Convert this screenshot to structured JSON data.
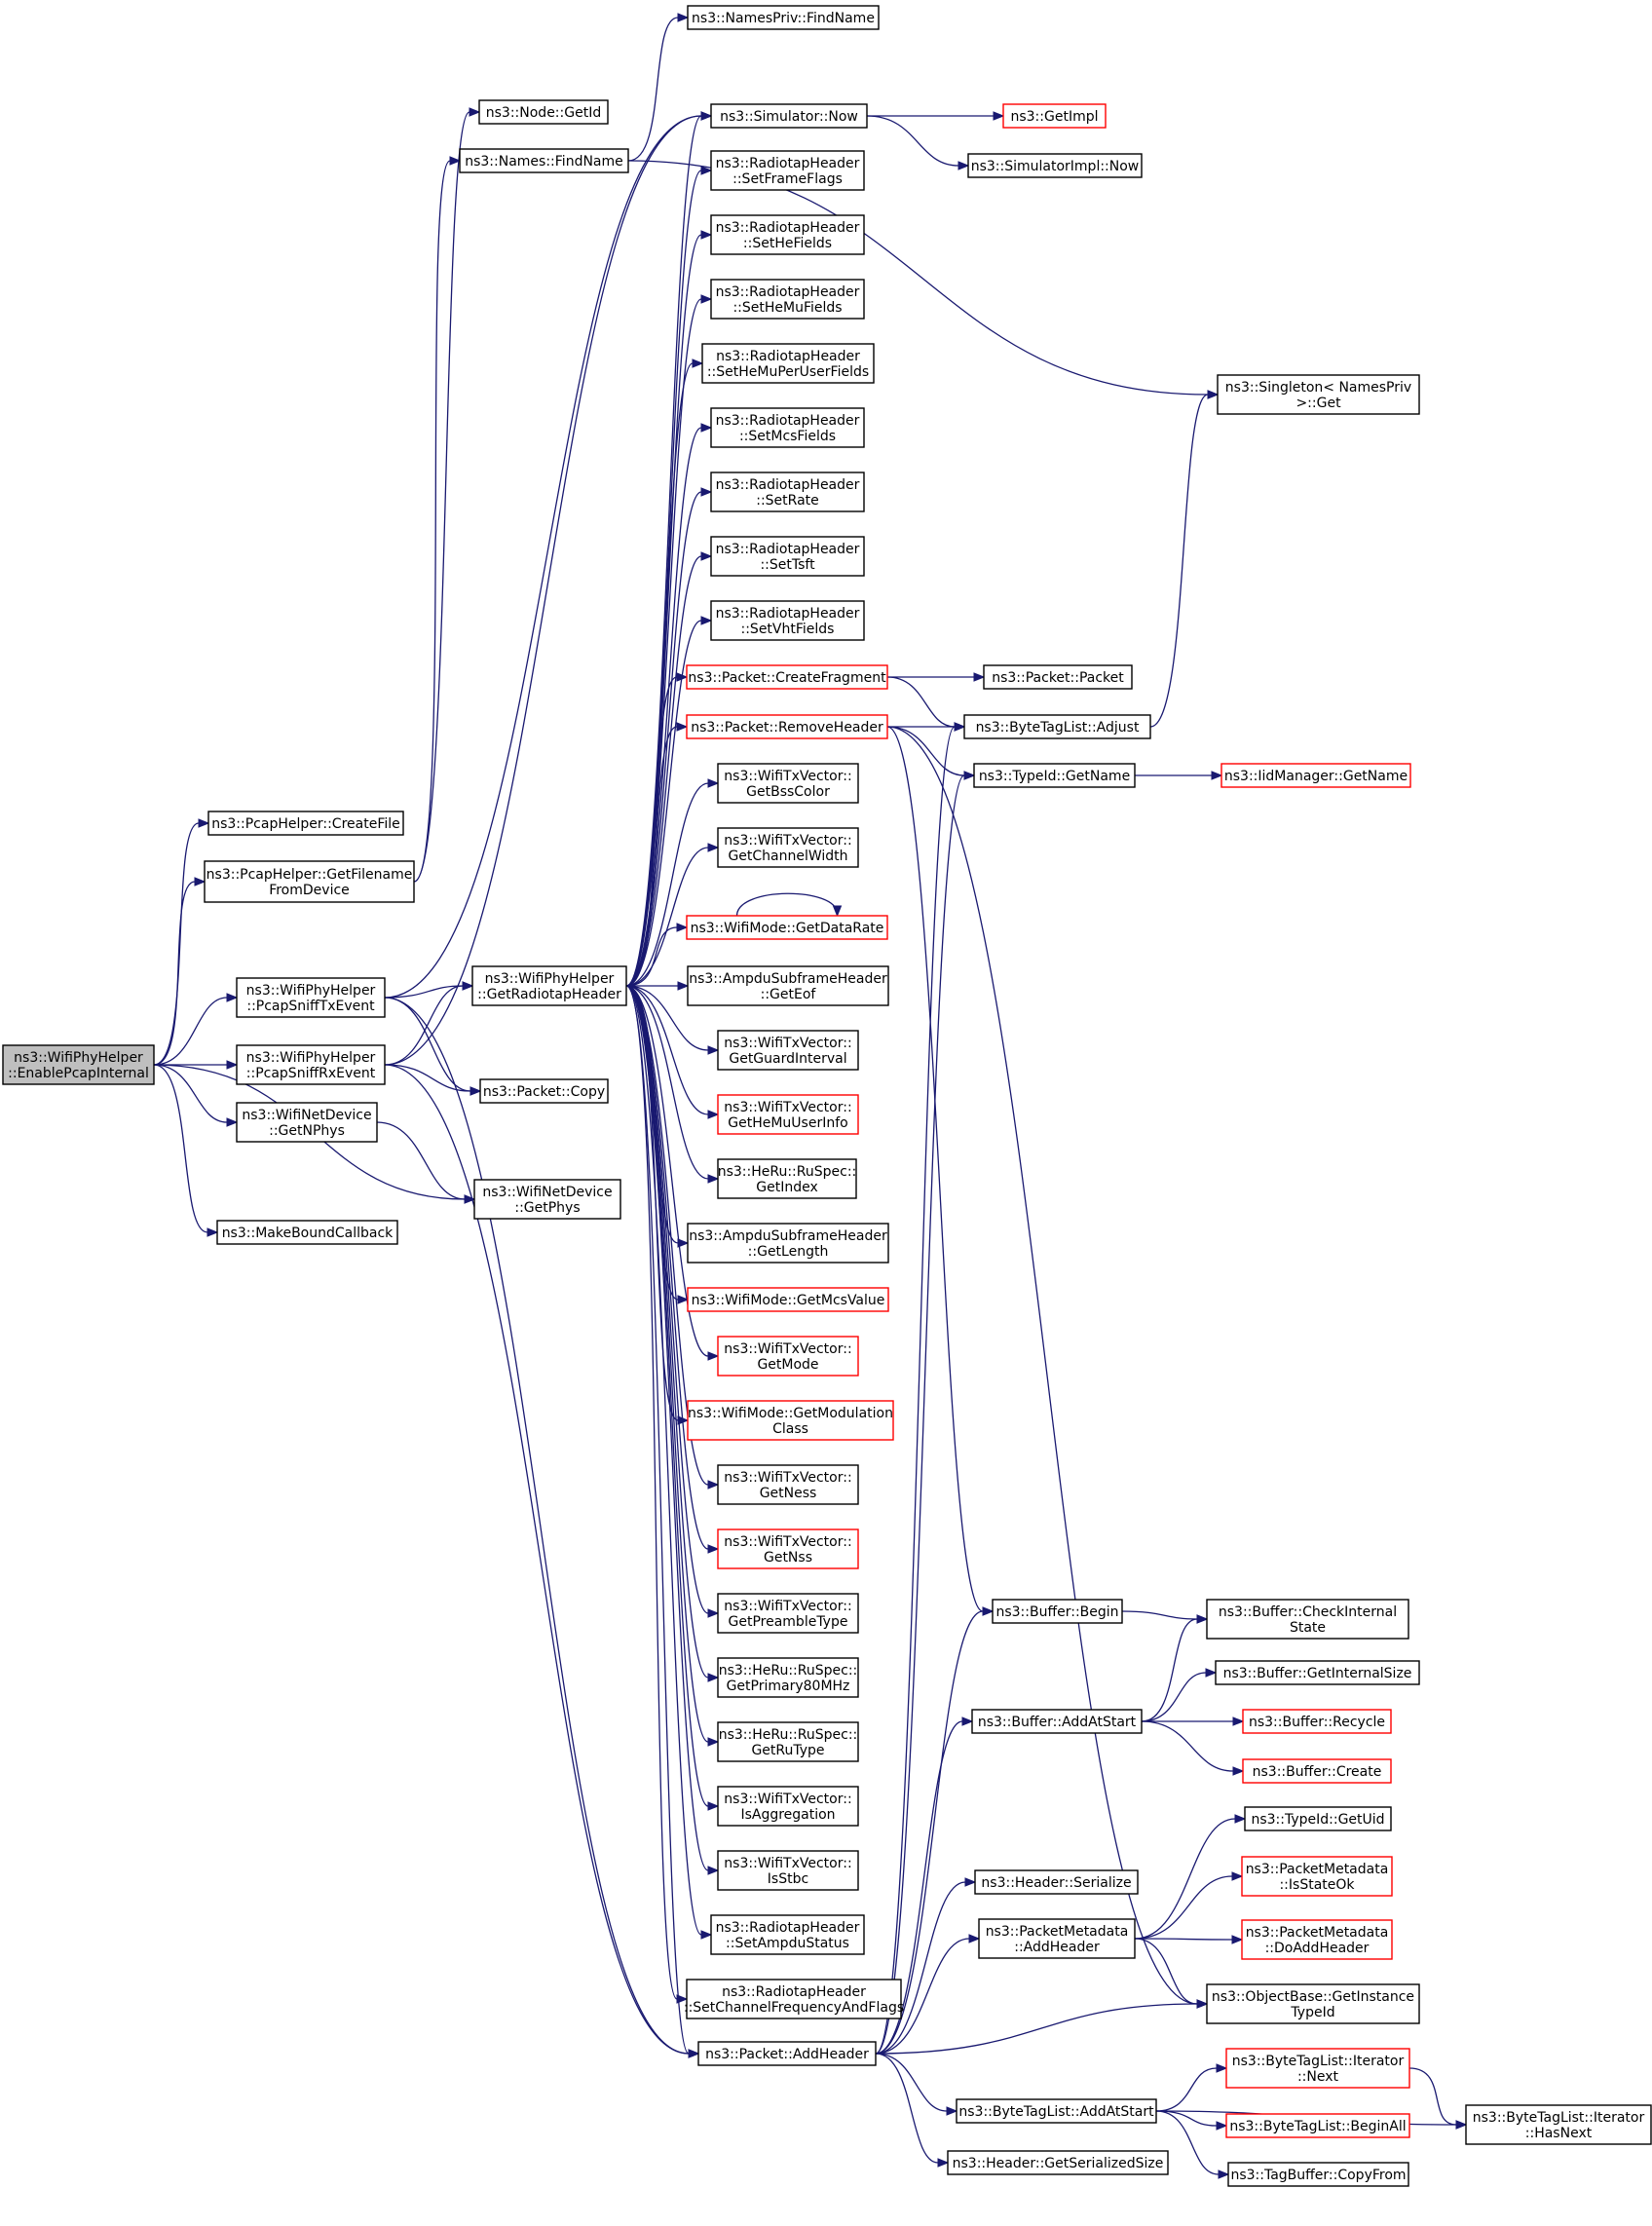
{
  "diagram": {
    "nodes": [
      {
        "id": "root",
        "lines": [
          "ns3::WifiPhyHelper",
          "::EnablePcapInternal"
        ],
        "root": true
      },
      {
        "id": "createFile",
        "lines": [
          "ns3::PcapHelper::CreateFile"
        ]
      },
      {
        "id": "getFilename",
        "lines": [
          "ns3::PcapHelper::GetFilename",
          "FromDevice"
        ]
      },
      {
        "id": "sniffTx",
        "lines": [
          "ns3::WifiPhyHelper",
          "::PcapSniffTxEvent"
        ]
      },
      {
        "id": "sniffRx",
        "lines": [
          "ns3::WifiPhyHelper",
          "::PcapSniffRxEvent"
        ]
      },
      {
        "id": "getNPhys",
        "lines": [
          "ns3::WifiNetDevice",
          "::GetNPhys"
        ]
      },
      {
        "id": "makeBound",
        "lines": [
          "ns3::MakeBoundCallback"
        ]
      },
      {
        "id": "nodeGetId",
        "lines": [
          "ns3::Node::GetId"
        ]
      },
      {
        "id": "namesFind",
        "lines": [
          "ns3::Names::FindName"
        ]
      },
      {
        "id": "namesPrivFind",
        "lines": [
          "ns3::NamesPriv::FindName"
        ]
      },
      {
        "id": "getRadiotap",
        "lines": [
          "ns3::WifiPhyHelper",
          "::GetRadiotapHeader"
        ]
      },
      {
        "id": "packetCopy",
        "lines": [
          "ns3::Packet::Copy"
        ]
      },
      {
        "id": "getPhys",
        "lines": [
          "ns3::WifiNetDevice",
          "::GetPhys"
        ]
      },
      {
        "id": "simNow",
        "lines": [
          "ns3::Simulator::Now"
        ]
      },
      {
        "id": "getImpl",
        "lines": [
          "ns3::GetImpl"
        ],
        "red": true
      },
      {
        "id": "simImplNow",
        "lines": [
          "ns3::SimulatorImpl::Now"
        ]
      },
      {
        "id": "setFrameFlags",
        "lines": [
          "ns3::RadiotapHeader",
          "::SetFrameFlags"
        ]
      },
      {
        "id": "setHeFields",
        "lines": [
          "ns3::RadiotapHeader",
          "::SetHeFields"
        ]
      },
      {
        "id": "setHeMuFields",
        "lines": [
          "ns3::RadiotapHeader",
          "::SetHeMuFields"
        ]
      },
      {
        "id": "setHeMuPerUser",
        "lines": [
          "ns3::RadiotapHeader",
          "::SetHeMuPerUserFields"
        ]
      },
      {
        "id": "setMcsFields",
        "lines": [
          "ns3::RadiotapHeader",
          "::SetMcsFields"
        ]
      },
      {
        "id": "setRate",
        "lines": [
          "ns3::RadiotapHeader",
          "::SetRate"
        ]
      },
      {
        "id": "setTsft",
        "lines": [
          "ns3::RadiotapHeader",
          "::SetTsft"
        ]
      },
      {
        "id": "setVhtFields",
        "lines": [
          "ns3::RadiotapHeader",
          "::SetVhtFields"
        ]
      },
      {
        "id": "createFragment",
        "lines": [
          "ns3::Packet::CreateFragment"
        ],
        "red": true
      },
      {
        "id": "removeHeader",
        "lines": [
          "ns3::Packet::RemoveHeader"
        ],
        "red": true
      },
      {
        "id": "getBssColor",
        "lines": [
          "ns3::WifiTxVector::",
          "GetBssColor"
        ]
      },
      {
        "id": "getChannelWidth",
        "lines": [
          "ns3::WifiTxVector::",
          "GetChannelWidth"
        ]
      },
      {
        "id": "getDataRate",
        "lines": [
          "ns3::WifiMode::GetDataRate"
        ],
        "red": true
      },
      {
        "id": "getEof",
        "lines": [
          "ns3::AmpduSubframeHeader",
          "::GetEof"
        ]
      },
      {
        "id": "getGuardInterval",
        "lines": [
          "ns3::WifiTxVector::",
          "GetGuardInterval"
        ]
      },
      {
        "id": "getHeMuUserInfo",
        "lines": [
          "ns3::WifiTxVector::",
          "GetHeMuUserInfo"
        ],
        "red": true
      },
      {
        "id": "getIndex",
        "lines": [
          "ns3::HeRu::RuSpec::",
          "GetIndex"
        ]
      },
      {
        "id": "getLength",
        "lines": [
          "ns3::AmpduSubframeHeader",
          "::GetLength"
        ]
      },
      {
        "id": "getMcsValue",
        "lines": [
          "ns3::WifiMode::GetMcsValue"
        ],
        "red": true
      },
      {
        "id": "getMode",
        "lines": [
          "ns3::WifiTxVector::",
          "GetMode"
        ],
        "red": true
      },
      {
        "id": "getModClass",
        "lines": [
          "ns3::WifiMode::GetModulation",
          "Class"
        ],
        "red": true
      },
      {
        "id": "getNess",
        "lines": [
          "ns3::WifiTxVector::",
          "GetNess"
        ]
      },
      {
        "id": "getNss",
        "lines": [
          "ns3::WifiTxVector::",
          "GetNss"
        ],
        "red": true
      },
      {
        "id": "getPreamble",
        "lines": [
          "ns3::WifiTxVector::",
          "GetPreambleType"
        ]
      },
      {
        "id": "getPrimary80",
        "lines": [
          "ns3::HeRu::RuSpec::",
          "GetPrimary80MHz"
        ]
      },
      {
        "id": "getRuType",
        "lines": [
          "ns3::HeRu::RuSpec::",
          "GetRuType"
        ]
      },
      {
        "id": "isAggregation",
        "lines": [
          "ns3::WifiTxVector::",
          "IsAggregation"
        ]
      },
      {
        "id": "isStbc",
        "lines": [
          "ns3::WifiTxVector::",
          "IsStbc"
        ]
      },
      {
        "id": "setAmpduStatus",
        "lines": [
          "ns3::RadiotapHeader",
          "::SetAmpduStatus"
        ]
      },
      {
        "id": "setChannelFreq",
        "lines": [
          "ns3::RadiotapHeader",
          "::SetChannelFrequencyAndFlags"
        ]
      },
      {
        "id": "addHeader",
        "lines": [
          "ns3::Packet::AddHeader"
        ]
      },
      {
        "id": "packetPacket",
        "lines": [
          "ns3::Packet::Packet"
        ]
      },
      {
        "id": "btlAdjust",
        "lines": [
          "ns3::ByteTagList::Adjust"
        ]
      },
      {
        "id": "typeIdGetName",
        "lines": [
          "ns3::TypeId::GetName"
        ]
      },
      {
        "id": "iidGetName",
        "lines": [
          "ns3::IidManager::GetName"
        ],
        "red": true
      },
      {
        "id": "singletonGet",
        "lines": [
          "ns3::Singleton< NamesPriv",
          " >::Get"
        ]
      },
      {
        "id": "bufferBegin",
        "lines": [
          "ns3::Buffer::Begin"
        ]
      },
      {
        "id": "bufferCheck",
        "lines": [
          "ns3::Buffer::CheckInternal",
          "State"
        ]
      },
      {
        "id": "bufferAddAtStart",
        "lines": [
          "ns3::Buffer::AddAtStart"
        ]
      },
      {
        "id": "bufferGetInternalSize",
        "lines": [
          "ns3::Buffer::GetInternalSize"
        ]
      },
      {
        "id": "bufferRecycle",
        "lines": [
          "ns3::Buffer::Recycle"
        ],
        "red": true
      },
      {
        "id": "bufferCreate",
        "lines": [
          "ns3::Buffer::Create"
        ],
        "red": true
      },
      {
        "id": "typeIdGetUid",
        "lines": [
          "ns3::TypeId::GetUid"
        ]
      },
      {
        "id": "headerSerialize",
        "lines": [
          "ns3::Header::Serialize"
        ]
      },
      {
        "id": "pmAddHeader",
        "lines": [
          "ns3::PacketMetadata",
          "::AddHeader"
        ]
      },
      {
        "id": "pmIsStateOk",
        "lines": [
          "ns3::PacketMetadata",
          "::IsStateOk"
        ],
        "red": true
      },
      {
        "id": "pmDoAddHeader",
        "lines": [
          "ns3::PacketMetadata",
          "::DoAddHeader"
        ],
        "red": true
      },
      {
        "id": "objGetInstanceTypeId",
        "lines": [
          "ns3::ObjectBase::GetInstance",
          "TypeId"
        ]
      },
      {
        "id": "btlAddAtStart",
        "lines": [
          "ns3::ByteTagList::AddAtStart"
        ]
      },
      {
        "id": "btlIterNext",
        "lines": [
          "ns3::ByteTagList::Iterator",
          "::Next"
        ],
        "red": true
      },
      {
        "id": "btlBeginAll",
        "lines": [
          "ns3::ByteTagList::BeginAll"
        ],
        "red": true
      },
      {
        "id": "btlIterHasNext",
        "lines": [
          "ns3::ByteTagList::Iterator",
          "::HasNext"
        ]
      },
      {
        "id": "tagBufferCopyFrom",
        "lines": [
          "ns3::TagBuffer::CopyFrom"
        ]
      },
      {
        "id": "headerGetSerializedSize",
        "lines": [
          "ns3::Header::GetSerializedSize"
        ]
      }
    ],
    "edges": [
      [
        "root",
        "createFile"
      ],
      [
        "root",
        "getFilename"
      ],
      [
        "root",
        "sniffTx"
      ],
      [
        "root",
        "sniffRx"
      ],
      [
        "root",
        "getNPhys"
      ],
      [
        "root",
        "getPhys"
      ],
      [
        "root",
        "makeBound"
      ],
      [
        "getFilename",
        "nodeGetId"
      ],
      [
        "getFilename",
        "namesFind"
      ],
      [
        "namesFind",
        "namesPrivFind"
      ],
      [
        "namesFind",
        "singletonGet"
      ],
      [
        "sniffTx",
        "simNow"
      ],
      [
        "sniffTx",
        "getRadiotap"
      ],
      [
        "sniffTx",
        "packetCopy"
      ],
      [
        "sniffTx",
        "addHeader"
      ],
      [
        "sniffRx",
        "simNow"
      ],
      [
        "sniffRx",
        "getRadiotap"
      ],
      [
        "sniffRx",
        "packetCopy"
      ],
      [
        "sniffRx",
        "addHeader"
      ],
      [
        "getNPhys",
        "getPhys"
      ],
      [
        "simNow",
        "getImpl"
      ],
      [
        "simNow",
        "simImplNow"
      ],
      [
        "getRadiotap",
        "simNow"
      ],
      [
        "getRadiotap",
        "setFrameFlags"
      ],
      [
        "getRadiotap",
        "setHeFields"
      ],
      [
        "getRadiotap",
        "setHeMuFields"
      ],
      [
        "getRadiotap",
        "setHeMuPerUser"
      ],
      [
        "getRadiotap",
        "setMcsFields"
      ],
      [
        "getRadiotap",
        "setRate"
      ],
      [
        "getRadiotap",
        "setTsft"
      ],
      [
        "getRadiotap",
        "setVhtFields"
      ],
      [
        "getRadiotap",
        "createFragment"
      ],
      [
        "getRadiotap",
        "removeHeader"
      ],
      [
        "getRadiotap",
        "getBssColor"
      ],
      [
        "getRadiotap",
        "getChannelWidth"
      ],
      [
        "getRadiotap",
        "getDataRate"
      ],
      [
        "getRadiotap",
        "getEof"
      ],
      [
        "getRadiotap",
        "getGuardInterval"
      ],
      [
        "getRadiotap",
        "getHeMuUserInfo"
      ],
      [
        "getRadiotap",
        "getIndex"
      ],
      [
        "getRadiotap",
        "getLength"
      ],
      [
        "getRadiotap",
        "getMcsValue"
      ],
      [
        "getRadiotap",
        "getMode"
      ],
      [
        "getRadiotap",
        "getModClass"
      ],
      [
        "getRadiotap",
        "getNess"
      ],
      [
        "getRadiotap",
        "getNss"
      ],
      [
        "getRadiotap",
        "getPreamble"
      ],
      [
        "getRadiotap",
        "getPrimary80"
      ],
      [
        "getRadiotap",
        "getRuType"
      ],
      [
        "getRadiotap",
        "isAggregation"
      ],
      [
        "getRadiotap",
        "isStbc"
      ],
      [
        "getRadiotap",
        "setAmpduStatus"
      ],
      [
        "getRadiotap",
        "setChannelFreq"
      ],
      [
        "getRadiotap",
        "addHeader"
      ],
      [
        "getDataRate",
        "getDataRate"
      ],
      [
        "createFragment",
        "packetPacket"
      ],
      [
        "createFragment",
        "btlAdjust"
      ],
      [
        "removeHeader",
        "btlAdjust"
      ],
      [
        "removeHeader",
        "typeIdGetName"
      ],
      [
        "removeHeader",
        "bufferBegin"
      ],
      [
        "removeHeader",
        "objGetInstanceTypeId"
      ],
      [
        "typeIdGetName",
        "iidGetName"
      ],
      [
        "btlAdjust",
        "singletonGet"
      ],
      [
        "addHeader",
        "btlAdjust"
      ],
      [
        "addHeader",
        "typeIdGetName"
      ],
      [
        "addHeader",
        "bufferBegin"
      ],
      [
        "addHeader",
        "bufferAddAtStart"
      ],
      [
        "addHeader",
        "headerSerialize"
      ],
      [
        "addHeader",
        "pmAddHeader"
      ],
      [
        "addHeader",
        "objGetInstanceTypeId"
      ],
      [
        "addHeader",
        "btlAddAtStart"
      ],
      [
        "addHeader",
        "headerGetSerializedSize"
      ],
      [
        "bufferBegin",
        "bufferCheck"
      ],
      [
        "bufferAddAtStart",
        "bufferCheck"
      ],
      [
        "bufferAddAtStart",
        "bufferGetInternalSize"
      ],
      [
        "bufferAddAtStart",
        "bufferRecycle"
      ],
      [
        "bufferAddAtStart",
        "bufferCreate"
      ],
      [
        "pmAddHeader",
        "typeIdGetUid"
      ],
      [
        "pmAddHeader",
        "pmIsStateOk"
      ],
      [
        "pmAddHeader",
        "pmDoAddHeader"
      ],
      [
        "pmAddHeader",
        "objGetInstanceTypeId"
      ],
      [
        "btlAddAtStart",
        "btlIterNext"
      ],
      [
        "btlAddAtStart",
        "btlBeginAll"
      ],
      [
        "btlAddAtStart",
        "btlIterHasNext"
      ],
      [
        "btlAddAtStart",
        "tagBufferCopyFrom"
      ],
      [
        "btlIterNext",
        "btlIterHasNext"
      ]
    ]
  }
}
